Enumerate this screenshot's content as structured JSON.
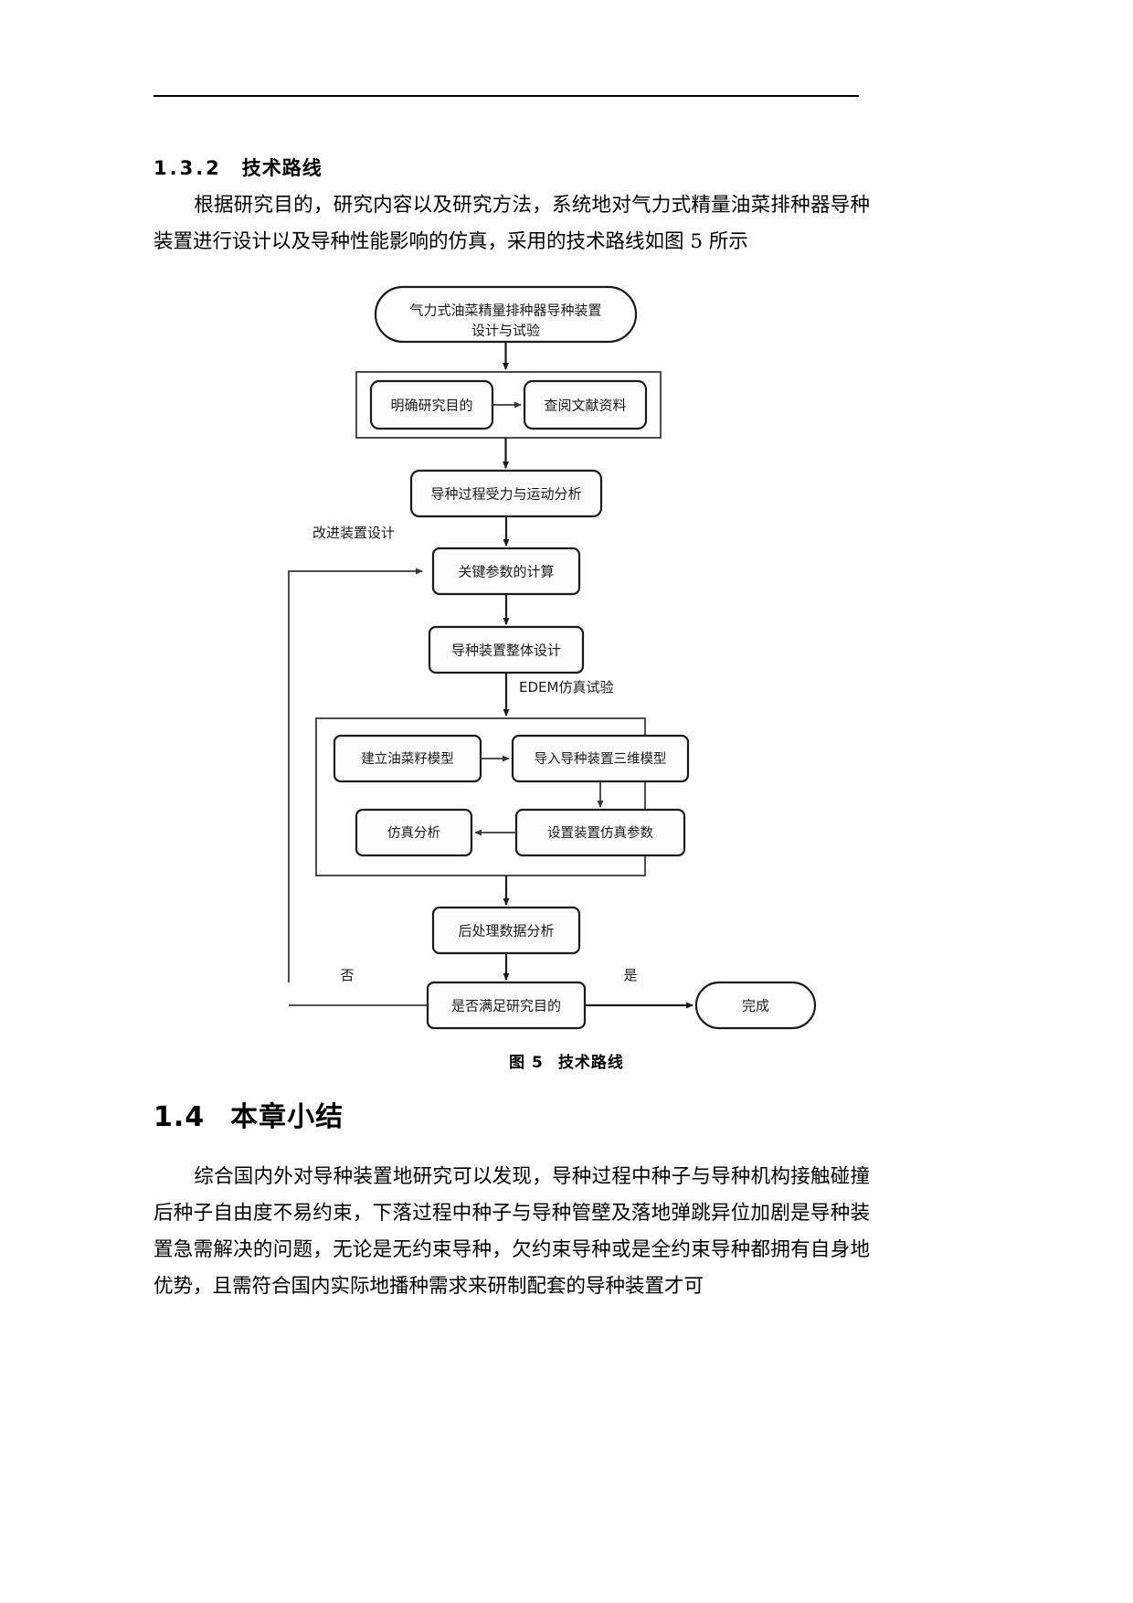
{
  "document": {
    "section_number": "1.3.2",
    "section_title": "技术路线",
    "paragraph_1": "根据研究目的，研究内容以及研究方法，系统地对气力式精量油菜排种器导种装置进行设计以及导种性能影响的仿真，采用的技术路线如图 5 所示",
    "chapter_number": "1.4",
    "chapter_title": "本章小结",
    "paragraph_2": "综合国内外对导种装置地研究可以发现，导种过程中种子与导种机构接触碰撞后种子自由度不易约束，下落过程中种子与导种管壁及落地弹跳异位加剧是导种装置急需解决的问题，无论是无约束导种，欠约束导种或是全约束导种都拥有自身地优势，且需符合国内实际地播种需求来研制配套的导种装置才可",
    "figure_caption_label": "图 5",
    "figure_caption_title": "技术路线"
  },
  "flowchart": {
    "title": "技术路线",
    "nodes": {
      "start_line1": "气力式油菜精量排种器导种装置",
      "start_line2": "设计与试验",
      "goal": "明确研究目的",
      "literature": "查阅文献资料",
      "force_analysis": "导种过程受力与运动分析",
      "key_params": "关键参数的计算",
      "overall_design": "导种装置整体设计",
      "seed_model": "建立油菜籽模型",
      "import_model": "导入导种装置三维模型",
      "sim_analysis": "仿真分析",
      "sim_params": "设置装置仿真参数",
      "post_process": "后处理数据分析",
      "decision": "是否满足研究目的",
      "finish": "完成"
    },
    "edge_labels": {
      "improve_design": "改进装置设计",
      "edem": "EDEM仿真试验",
      "no": "否",
      "yes": "是"
    }
  },
  "colors": {
    "text": "#000000",
    "stroke": "#1a1a1a",
    "stroke_light": "#3a3a3a",
    "box_fill": "#fcfcfc",
    "page_bg": "#ffffff"
  }
}
